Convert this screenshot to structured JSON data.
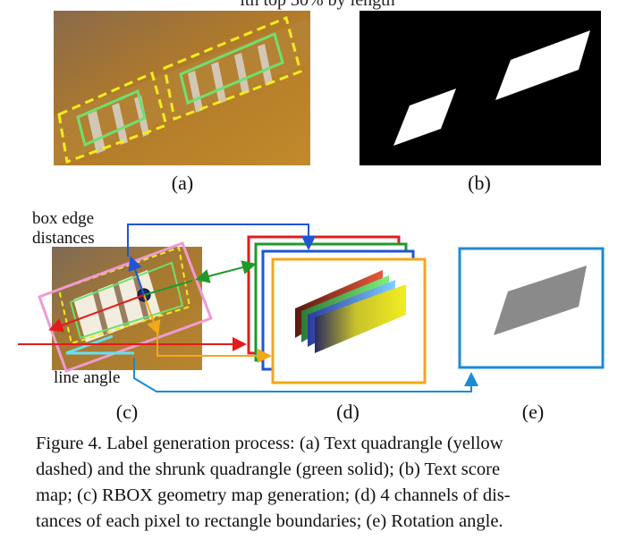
{
  "top_cut_text": "ith top 30% by length",
  "panel_labels": {
    "a": "(a)",
    "b": "(b)",
    "c": "(c)",
    "d": "(d)",
    "e": "(e)"
  },
  "annotations": {
    "box_edge_distances_1": "box edge",
    "box_edge_distances_2": "distances",
    "line_angle": "line angle"
  },
  "caption": {
    "lines": [
      "Figure 4. Label generation process: (a) Text quadrangle (yellow",
      "dashed) and the shrunk quadrangle (green solid); (b) Text score",
      "map; (c) RBOX geometry map generation; (d) 4 channels of dis-",
      "tances of each pixel to rectangle boundaries; (e) Rotation angle."
    ]
  },
  "colors": {
    "yellow_dashed": "#f2ec1e",
    "green_solid": "#6ee06e",
    "red_channel": "#e41b1b",
    "green_channel": "#1d9a2a",
    "blue_channel": "#1f55d6",
    "orange_channel": "#f2a818",
    "rotation_frame": "#1d8ad6",
    "pink_rbox": "#f09ad0",
    "cyan_angle": "#66e0f0",
    "photo_brown": "#a7792e"
  }
}
